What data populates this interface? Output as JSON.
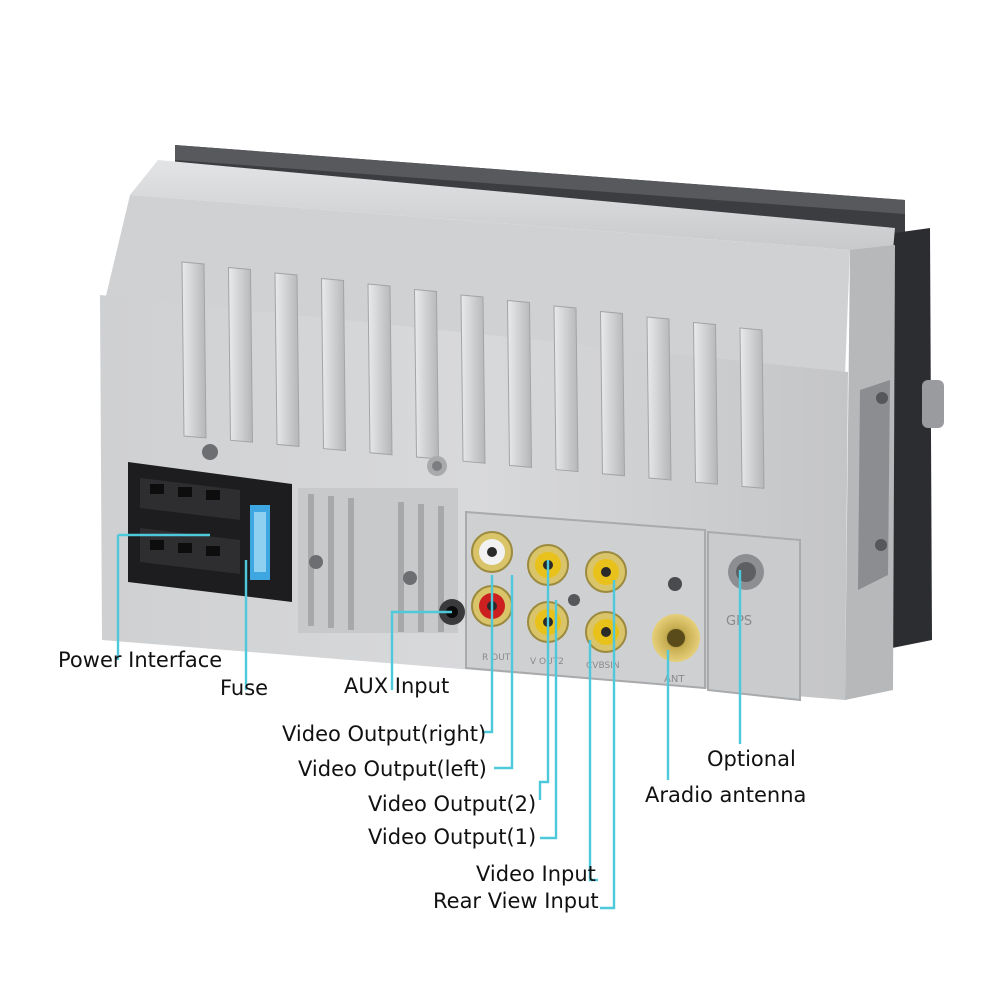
{
  "labels": {
    "power_interface": "Power Interface",
    "fuse": "Fuse",
    "aux_input": "AUX Input",
    "video_output_right": "Video Output(right)",
    "video_output_left": "Video Output(left)",
    "video_output_2": "Video Output(2)",
    "video_output_1": "Video Output(1)",
    "video_input": "Video Input",
    "rear_view_input": "Rear View Input",
    "optional": "Optional",
    "aradio_antenna": "Aradio antenna"
  },
  "panel_markings": {
    "gps": "GPS",
    "ant": "ANT",
    "r_out": "R OUT",
    "v_out2": "V OUT2",
    "cvbs_in": "CVBSIN"
  },
  "colors": {
    "callout_line": "#4ec9dc",
    "chassis": "#c9cacc",
    "rca_red": "#cc1f1f",
    "rca_yellow": "#e8c21a",
    "rca_white": "#f2f2f2",
    "fuse_blue": "#3ea6e0"
  }
}
